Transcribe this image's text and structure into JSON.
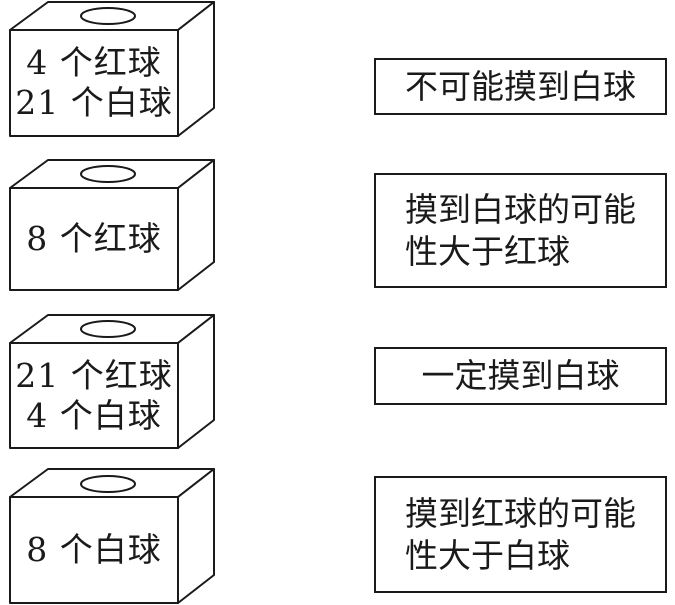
{
  "boxes": [
    {
      "lines": [
        "4 个红球",
        "21 个白球"
      ]
    },
    {
      "lines": [
        "8 个红球"
      ]
    },
    {
      "lines": [
        "21 个红球",
        "4 个白球"
      ]
    },
    {
      "lines": [
        "8 个白球"
      ]
    }
  ],
  "statements": [
    {
      "text": "不可能摸到白球"
    },
    {
      "text": "摸到白球的可能\n性大于红球"
    },
    {
      "text": "一定摸到白球"
    },
    {
      "text": "摸到红球的可能\n性大于白球"
    }
  ],
  "colors": {
    "line": "#1a1a1a",
    "background": "#ffffff"
  }
}
